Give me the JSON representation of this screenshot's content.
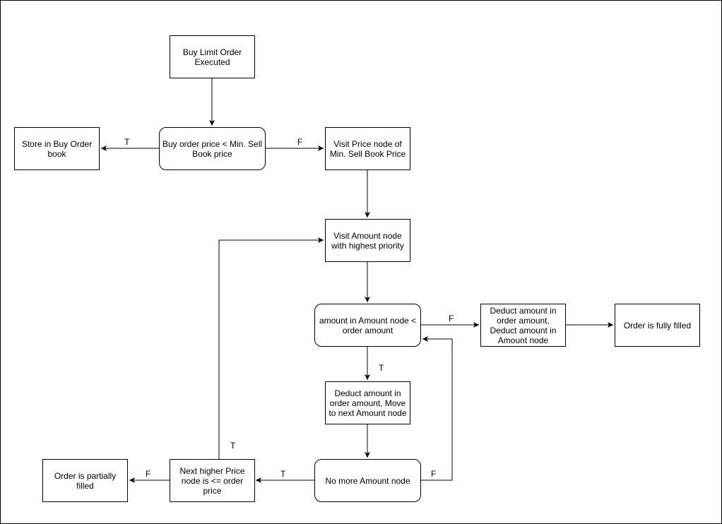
{
  "nodes": {
    "start": "Buy Limit Order Executed",
    "decision1": "Buy order price < Min. Sell Book price",
    "store": "Store in Buy Order book",
    "visit_price": "Visit Price node of Min. Sell Book Price",
    "visit_amount": "Visit Amount node with highest priority",
    "decision2": "amount in Amount node < order amount",
    "deduct_filled": "Deduct amount in order amount, Deduct amount in Amount node",
    "fully_filled": "Order is fully filled",
    "deduct_move": "Deduct amount in order amount, Move to next Amount node",
    "no_more": "No more Amount node",
    "next_price": "Next higher Price node is <= order price",
    "partial": "Order is partially filled"
  },
  "edge_labels": {
    "d1_true": "T",
    "d1_false": "F",
    "d2_false": "F",
    "d2_true": "T",
    "nomore_true": "T",
    "nomore_false": "F",
    "next_true": "T",
    "next_false": "F"
  }
}
